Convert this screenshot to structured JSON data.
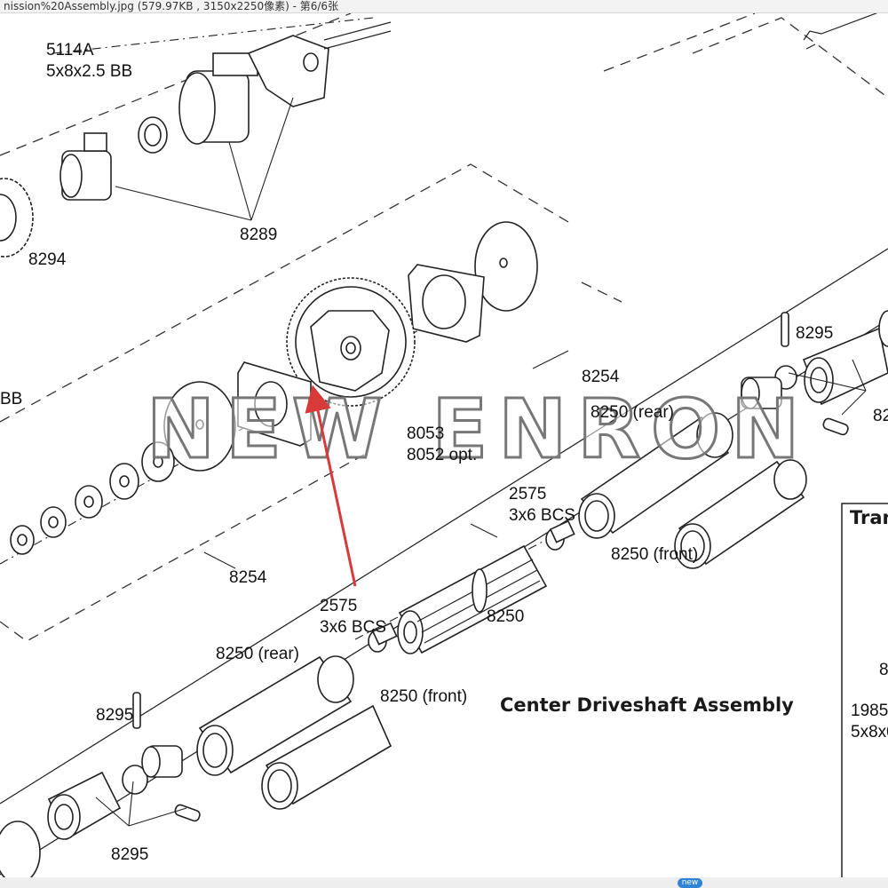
{
  "window": {
    "title": "nission%20Assembly.jpg (579.97KB , 3150x2250像素) - 第6/6张",
    "badge": "new"
  },
  "diagram": {
    "section_title": "Center Driveshaft Assembly",
    "watermark": "NEW ENRON",
    "right_panel_title": "Tran",
    "labels": {
      "p5114a": "5114A",
      "p5114a_spec": "5x8x2.5 BB",
      "p8289": "8289",
      "p8294": "8294",
      "bb_left": "BB",
      "p8295_top": "8295",
      "p82_right": "82",
      "p8254_top": "8254",
      "p8053": "8053",
      "p8052": "8052 opt.",
      "p8250_rear_top": "8250 (rear)",
      "p2575_top": "2575",
      "p3x6_top": "3x6 BCS",
      "p8250_front_top": "8250 (front)",
      "p8254_bottom": "8254",
      "p2575_bottom": "2575",
      "p3x6_bottom": "3x6 BCS",
      "p8250_center": "8250",
      "p8250_rear_bottom": "8250 (rear)",
      "p8250_front_bottom": "8250 (front)",
      "p8295_mid": "8295",
      "p8295_bottom": "8295",
      "p8_right": "8",
      "p1985": "1985",
      "p5x8x0": "5x8x0"
    }
  }
}
